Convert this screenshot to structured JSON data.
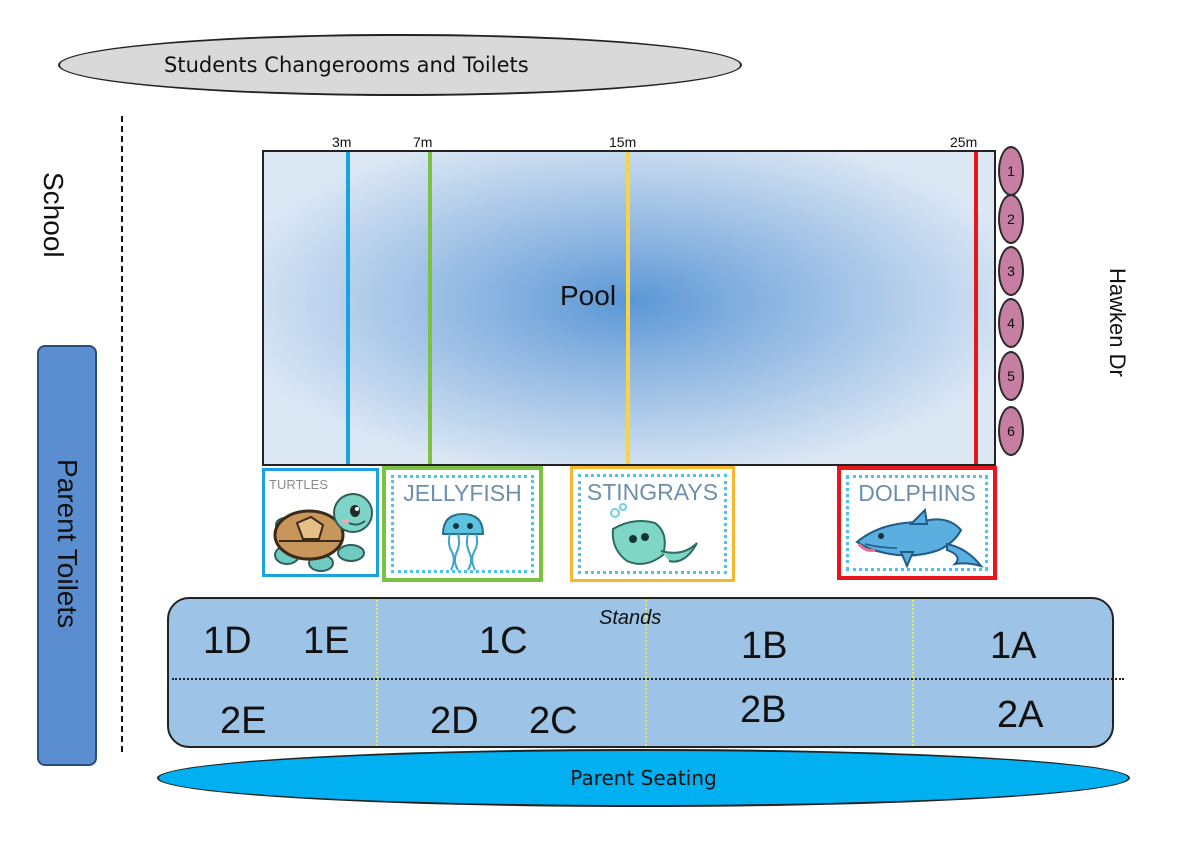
{
  "changerooms": "Students Changerooms and Toilets",
  "school": "School",
  "parent_toilets": "Parent Toilets",
  "street": "Hawken Dr",
  "pool": {
    "label": "Pool",
    "distances": [
      {
        "label": "3m",
        "color": "#1aa3e0"
      },
      {
        "label": "7m",
        "color": "#7cc242"
      },
      {
        "label": "15m",
        "color": "#f5d547"
      },
      {
        "label": "25m",
        "color": "#e8161b"
      }
    ]
  },
  "lanes": [
    "1",
    "2",
    "3",
    "4",
    "5",
    "6"
  ],
  "groups": [
    {
      "name": "TURTLES",
      "color": "#1aa3e0"
    },
    {
      "name": "JELLYFISH",
      "color": "#7cc242"
    },
    {
      "name": "STINGRAYS",
      "color": "#f5b82e"
    },
    {
      "name": "DOLPHINS",
      "color": "#e8161b"
    }
  ],
  "stands": {
    "title": "Stands",
    "row1": [
      "1D",
      "1E",
      "1C",
      "1B",
      "1A"
    ],
    "row2": [
      "2E",
      "2D",
      "2C",
      "2B",
      "2A"
    ]
  },
  "parent_seating": "Parent Seating"
}
